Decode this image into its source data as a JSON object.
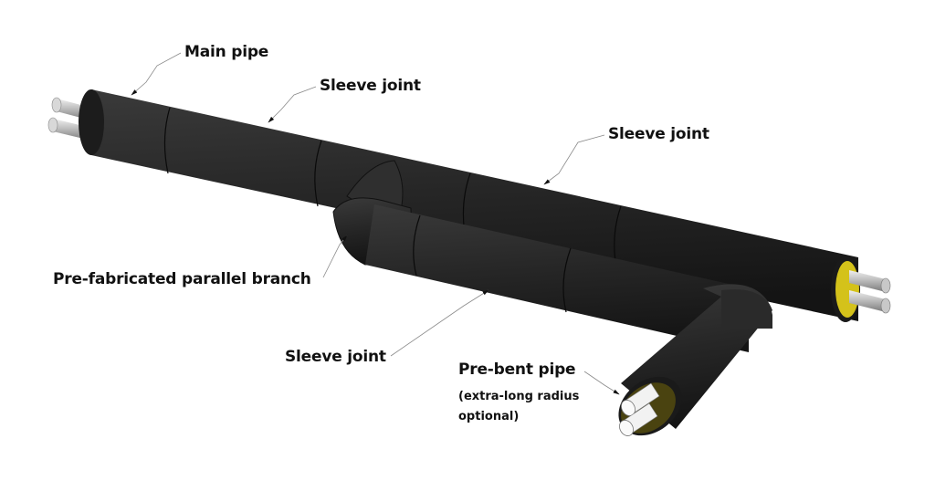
{
  "labels": {
    "main_pipe": "Main pipe",
    "sleeve_joint_1": "Sleeve joint",
    "sleeve_joint_2": "Sleeve joint",
    "branch": "Pre-fabricated parallel branch",
    "sleeve_joint_3": "Sleeve joint",
    "pre_bent_pipe": "Pre-bent pipe",
    "pre_bent_note_line1": "(extra-long radius",
    "pre_bent_note_line2": "optional)"
  },
  "colors": {
    "jacket": "#1f1f1f",
    "jacket_light": "#3a3a3a",
    "insulation_main": "#d4c21a",
    "insulation_bent": "#4a4310",
    "carrier_pipe": "#cfcfcf",
    "leader": "#8a8a8a"
  }
}
